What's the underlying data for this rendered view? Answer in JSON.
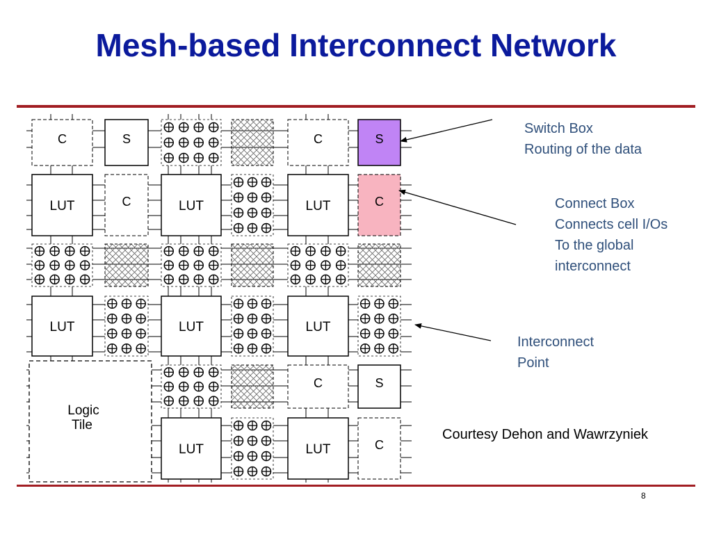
{
  "slide": {
    "title": "Mesh-based Interconnect Network",
    "page_number": "8",
    "courtesy": "Courtesy Dehon and Wawrzyniek"
  },
  "labels": {
    "switch_box": [
      "Switch Box",
      "Routing of the data"
    ],
    "connect_box": [
      "Connect Box",
      "Connects cell I/Os",
      "To the global",
      "interconnect"
    ],
    "interconnect_point": [
      "Interconnect",
      "Point"
    ]
  },
  "diagram": {
    "lut_label": "LUT",
    "connect_label": "C",
    "switch_label": "S",
    "logic_tile_label": [
      "Logic",
      "Tile"
    ],
    "highlight_colors": {
      "switch_box": "#c084f5",
      "connect_box": "#f8b4c0"
    }
  },
  "colors": {
    "title": "#0b1a9c",
    "rule": "#a11d22",
    "label": "#2f4f7a"
  }
}
